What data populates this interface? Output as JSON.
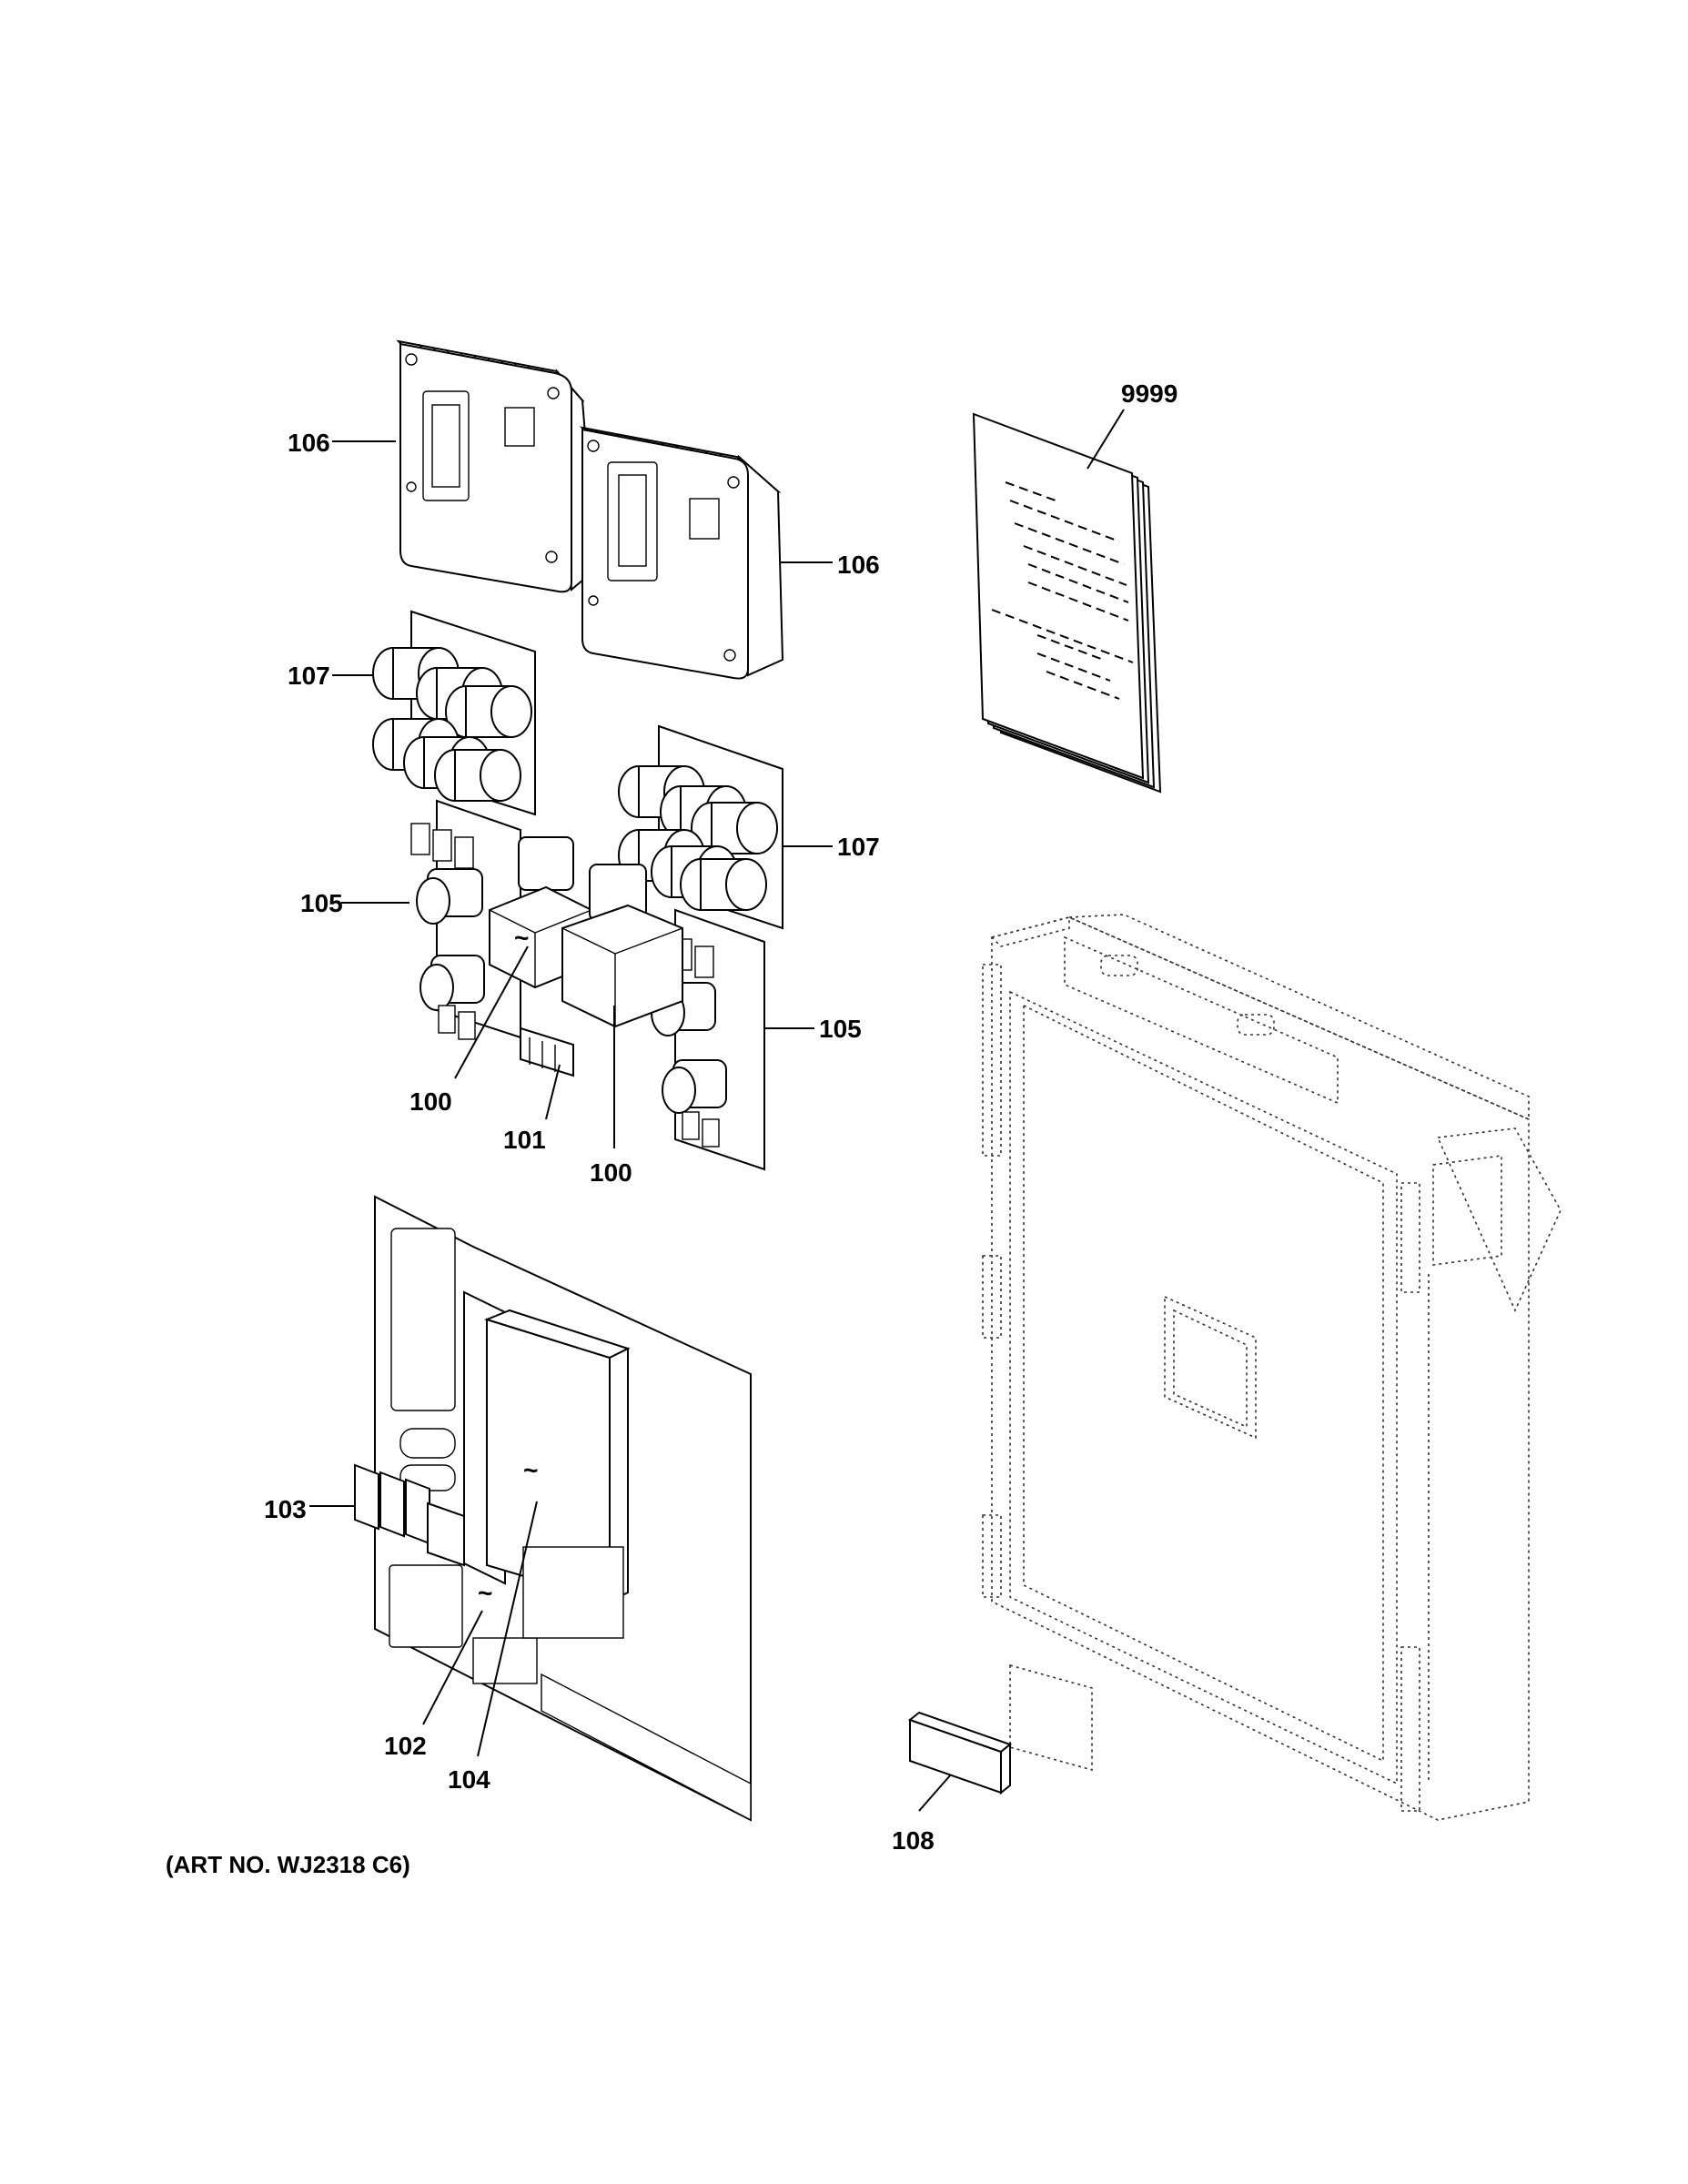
{
  "callouts": {
    "c106a": "106",
    "c106b": "106",
    "c107a": "107",
    "c107b": "107",
    "c105a": "105",
    "c105b": "105",
    "c100a": "100",
    "c100b": "100",
    "c101": "101",
    "c103": "103",
    "c102": "102",
    "c104": "104",
    "c108": "108",
    "c9999": "9999"
  },
  "art_number": "(ART NO. WJ2318 C6)",
  "icons": {
    "tilde": "~"
  }
}
